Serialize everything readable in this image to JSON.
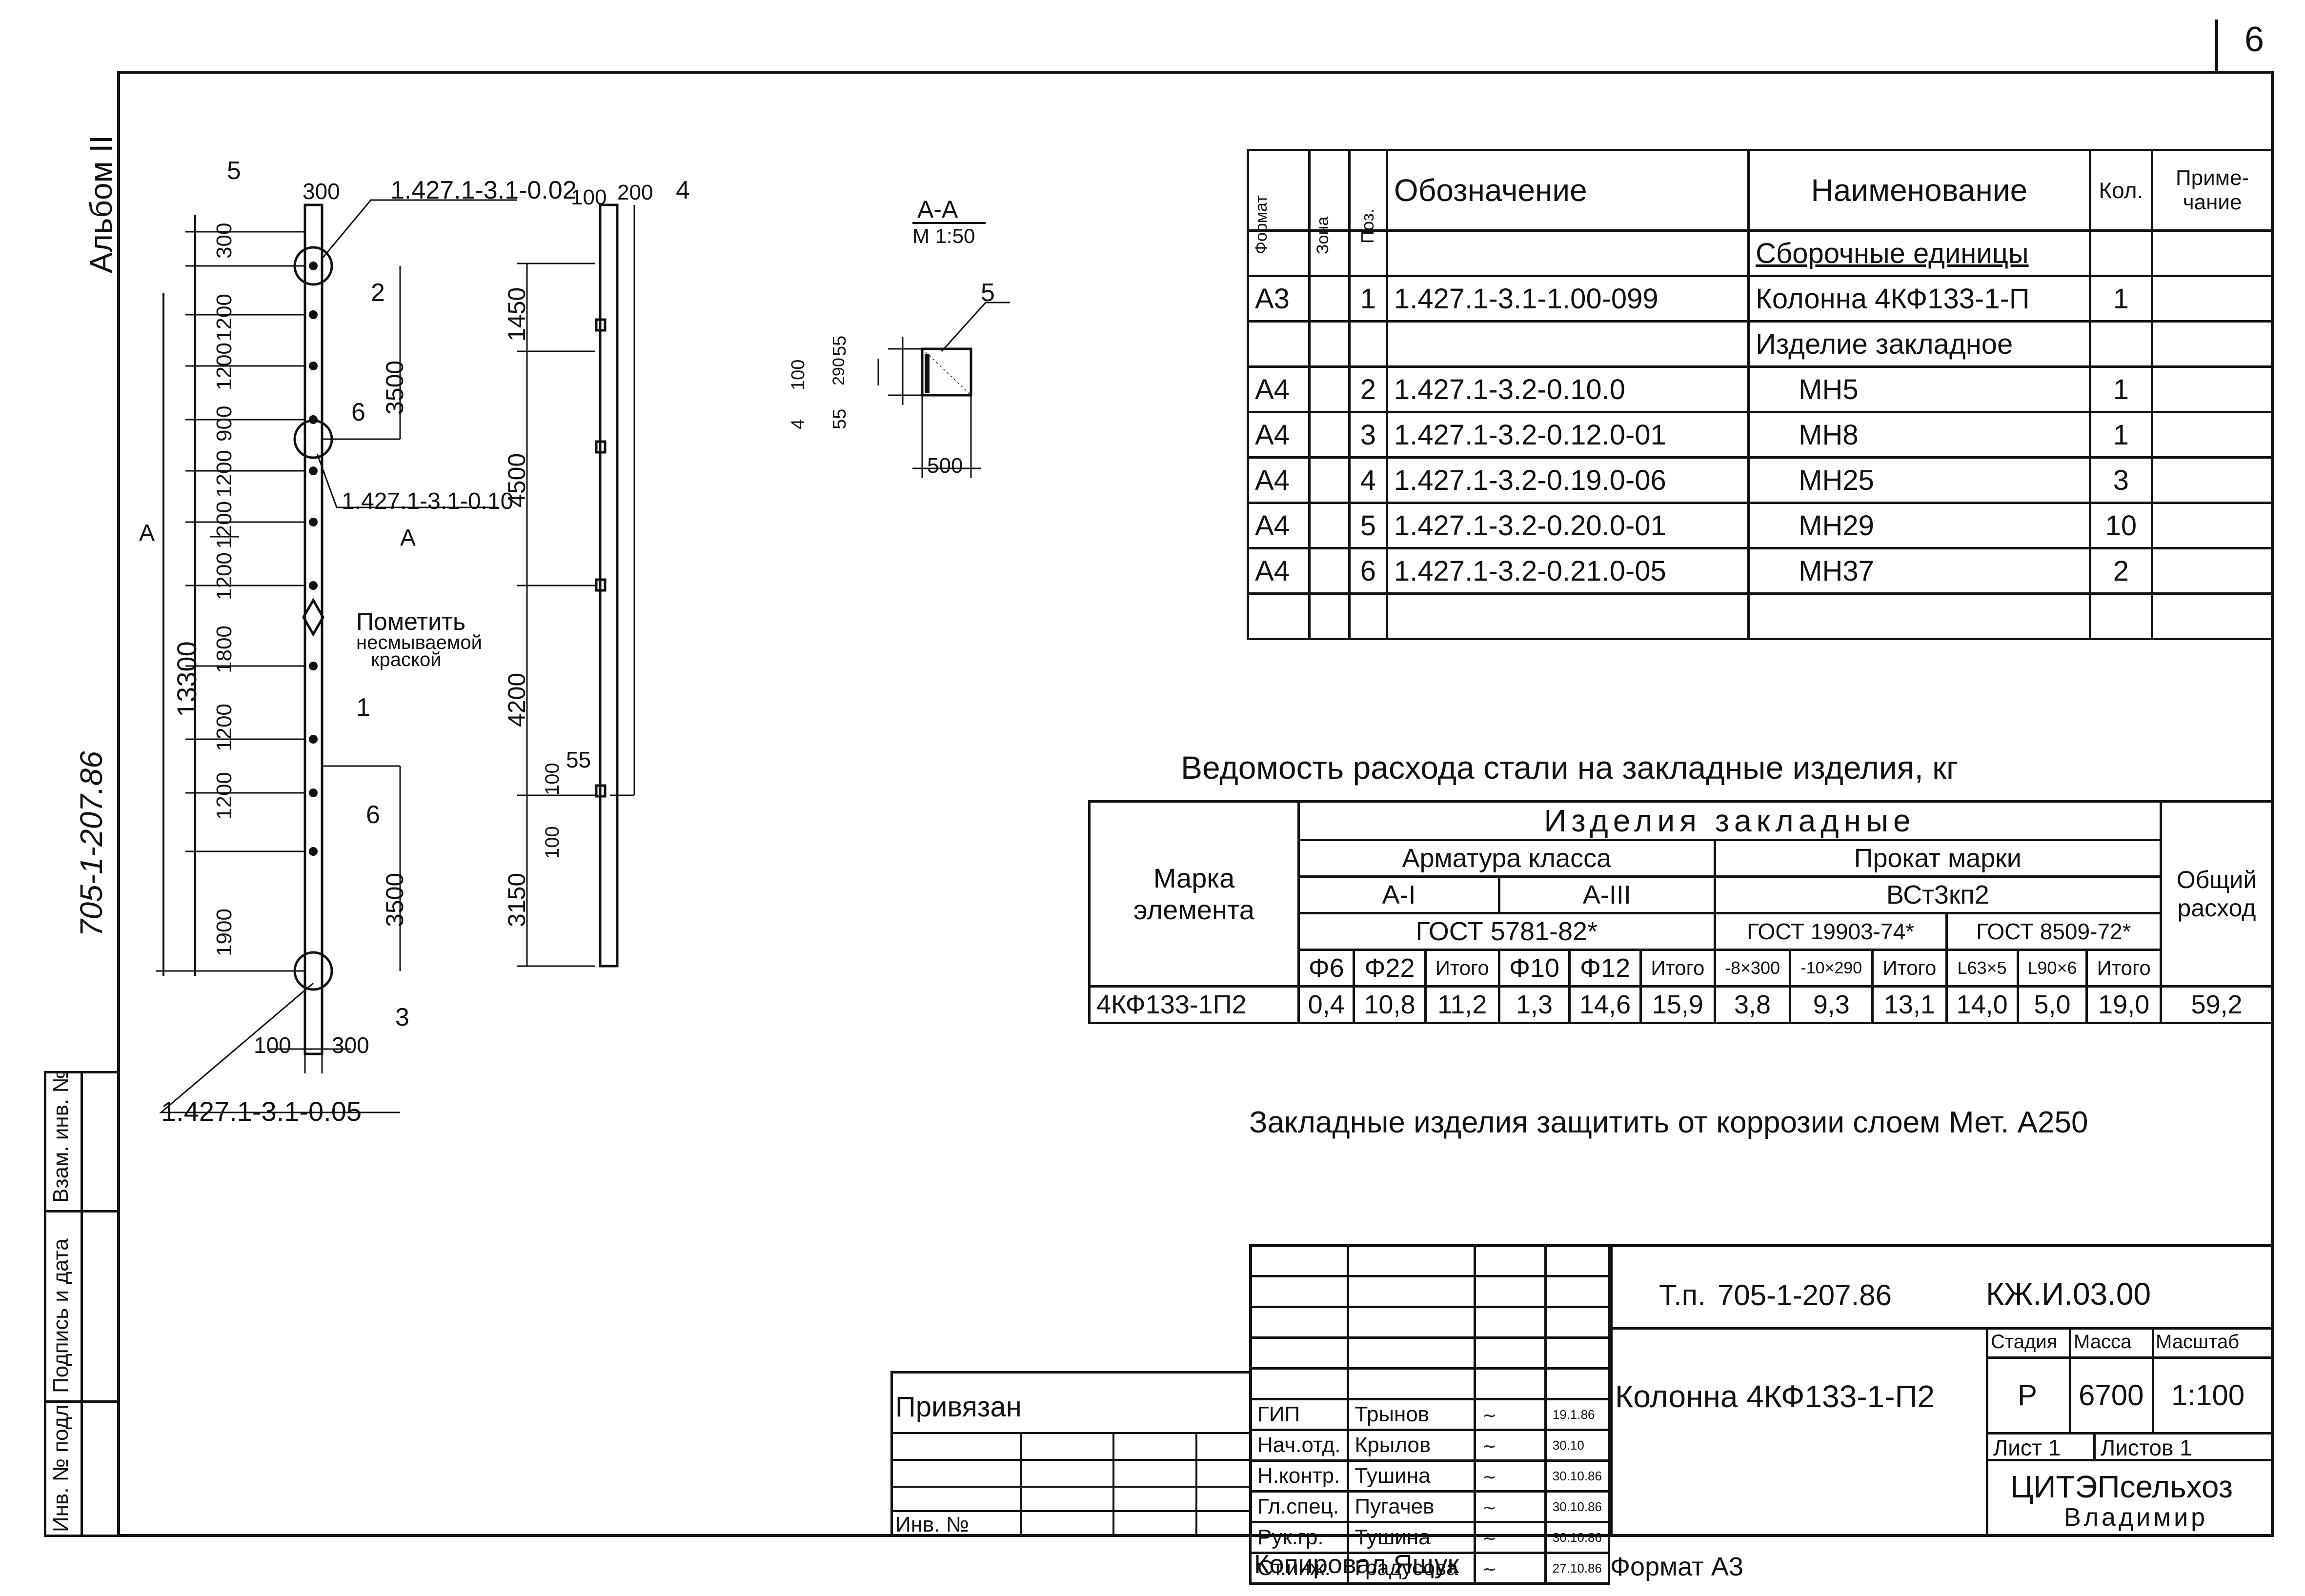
{
  "sheet_number": "6",
  "album": "Альбом II",
  "side_code": "705-1-207.86",
  "side_labels": {
    "inv_podl": "Инв. № подл.",
    "podpis_data": "Подпись и дата",
    "vzam_inv": "Взам. инв. №"
  },
  "drawing": {
    "refs": {
      "top_detail": "1.427.1-3.1-0.02",
      "mid_detail": "1.427.1-3.1-0.10",
      "bottom_detail": "1.427.1-3.1-0.05"
    },
    "marker_note": [
      "Пометить",
      "несмываемой",
      "краской"
    ],
    "section_mark": "А",
    "section_label": "А-А",
    "section_scale": "М 1:50",
    "positions": [
      "1",
      "2",
      "3",
      "4",
      "5",
      "6",
      "6"
    ],
    "dims_left": [
      "300",
      "1200",
      "1200",
      "900",
      "1200",
      "1200",
      "1200",
      "1800",
      "1200",
      "1200",
      "1900"
    ],
    "dim_total": "13300",
    "dims_top": [
      "300",
      "100",
      "200"
    ],
    "dims_mid": [
      "3500",
      "3500"
    ],
    "dims_right": [
      "1450",
      "4500",
      "4200",
      "3150"
    ],
    "dims_small": [
      "55",
      "100",
      "100"
    ],
    "dims_bottom": [
      "100",
      "300"
    ],
    "section_dims": [
      "55",
      "100",
      "290",
      "55",
      "4",
      "500"
    ],
    "section_pos": "5"
  },
  "spec_table": {
    "headers": [
      "Формат",
      "Зона",
      "Поз.",
      "Обозначение",
      "Наименование",
      "Кол.",
      "Приме-чание"
    ],
    "section1": "Сборочные единицы",
    "section2": "Изделие закладное",
    "rows": [
      {
        "format": "А3",
        "zona": "",
        "poz": "1",
        "oboz": "1.427.1-3.1-1.00-099",
        "name": "Колонна 4КФ133-1-П",
        "kol": "1",
        "prim": ""
      },
      {
        "format": "А4",
        "zona": "",
        "poz": "2",
        "oboz": "1.427.1-3.2-0.10.0",
        "name": "МН5",
        "kol": "1",
        "prim": ""
      },
      {
        "format": "А4",
        "zona": "",
        "poz": "3",
        "oboz": "1.427.1-3.2-0.12.0-01",
        "name": "МН8",
        "kol": "1",
        "prim": ""
      },
      {
        "format": "А4",
        "zona": "",
        "poz": "4",
        "oboz": "1.427.1-3.2-0.19.0-06",
        "name": "МН25",
        "kol": "3",
        "prim": ""
      },
      {
        "format": "А4",
        "zona": "",
        "poz": "5",
        "oboz": "1.427.1-3.2-0.20.0-01",
        "name": "МН29",
        "kol": "10",
        "prim": ""
      },
      {
        "format": "А4",
        "zona": "",
        "poz": "6",
        "oboz": "1.427.1-3.2-0.21.0-05",
        "name": "МН37",
        "kol": "2",
        "prim": ""
      }
    ]
  },
  "steel_table": {
    "title": "Ведомость расхода стали на закладные изделия, кг",
    "marka": "Марка элемента",
    "izdelia": "Изделия закладные",
    "armatura": "Арматура класса",
    "prokat": "Прокат марки",
    "obshiy": "Общий расход",
    "a1": "А-I",
    "a3": "А-III",
    "vst": "ВСт3кп2",
    "gost1": "ГОСТ 5781-82*",
    "gost2": "ГОСТ 19903-74*",
    "gost3": "ГОСТ 8509-72*",
    "cols": [
      "Φ6",
      "Φ22",
      "Итого",
      "Φ10",
      "Φ12",
      "Итого",
      "-8×300",
      "-10×290",
      "Итого",
      "L63×5",
      "L90×6",
      "Итого"
    ],
    "row": {
      "mark": "4КФ133-1П2",
      "values": [
        "0,4",
        "10,8",
        "11,2",
        "1,3",
        "14,6",
        "15,9",
        "3,8",
        "9,3",
        "13,1",
        "14,0",
        "5,0",
        "19,0"
      ],
      "total": "59,2"
    }
  },
  "note": "Закладные изделия защитить от коррозии слоем Мет. А250",
  "stamp": {
    "tp": "Т.п.",
    "project": "705-1-207.86",
    "code": "КЖ.И.03.00",
    "title": "Колонна 4КФ133-1-П2",
    "stage_label": "Стадия",
    "mass_label": "Масса",
    "scale_label": "Масштаб",
    "stage": "Р",
    "mass": "6700",
    "scale": "1:100",
    "sheet": "Лист 1",
    "sheets": "Листов 1",
    "org1": "ЦИТЭПсельхоз",
    "org2": "Владимир",
    "privyazan": "Привязан",
    "inv": "Инв. №",
    "people": [
      {
        "role": "ГИП",
        "name": "Трынов",
        "date": "19.1.86"
      },
      {
        "role": "Нач.отд.",
        "name": "Крылов",
        "date": "30.10"
      },
      {
        "role": "Н.контр.",
        "name": "Тушина",
        "date": "30.10.86"
      },
      {
        "role": "Гл.спец.",
        "name": "Пугачев",
        "date": "30.10.86"
      },
      {
        "role": "Рук.гр.",
        "name": "Тушина",
        "date": "30.10.86"
      },
      {
        "role": "Ст.инж.",
        "name": "Градусова",
        "date": "27.10.86"
      }
    ]
  },
  "copied": "Копировал Ящук",
  "format": "Формат А3"
}
